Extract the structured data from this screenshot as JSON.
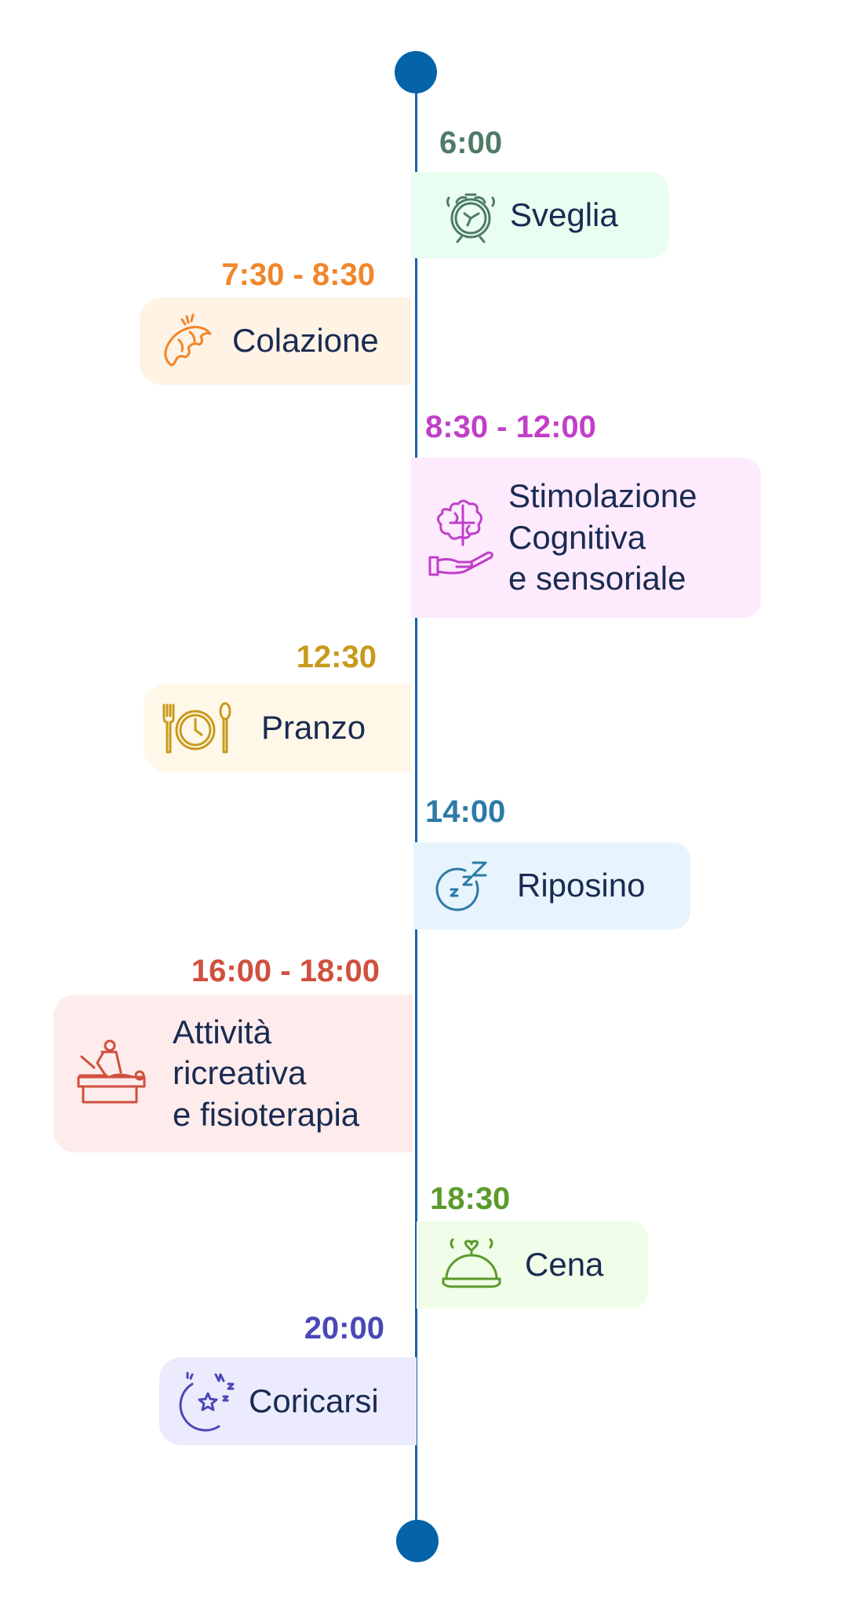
{
  "timeline": {
    "line_color": "#1565a8",
    "events": [
      {
        "time": "6:00",
        "label": "Sveglia",
        "icon": "alarm-clock-icon",
        "color": "#4f7b66",
        "bg": "#e9fdf0"
      },
      {
        "time": "7:30 - 8:30",
        "label": "Colazione",
        "icon": "croissant-icon",
        "color": "#f0862a",
        "bg": "#fff3e6"
      },
      {
        "time": "8:30 - 12:00",
        "label": "Stimolazione\nCognitiva\ne sensoriale",
        "icon": "brain-hand-icon",
        "color": "#c03fc9",
        "bg": "#fdeafd"
      },
      {
        "time": "12:30",
        "label": "Pranzo",
        "icon": "plate-clock-icon",
        "color": "#c89a1c",
        "bg": "#fff8e9"
      },
      {
        "time": "14:00",
        "label": "Riposino",
        "icon": "sleep-icon",
        "color": "#2d7aa6",
        "bg": "#e7f4fd"
      },
      {
        "time": "16:00 - 18:00",
        "label": "Attività\nricreativa\ne fisioterapia",
        "icon": "physiotherapy-icon",
        "color": "#d0503e",
        "bg": "#fdeceb"
      },
      {
        "time": "18:30",
        "label": "Cena",
        "icon": "cloche-icon",
        "color": "#5a9a2a",
        "bg": "#f0fde8"
      },
      {
        "time": "20:00",
        "label": "Coricarsi",
        "icon": "moon-stars-icon",
        "color": "#4a47b8",
        "bg": "#ebebfd"
      }
    ]
  }
}
